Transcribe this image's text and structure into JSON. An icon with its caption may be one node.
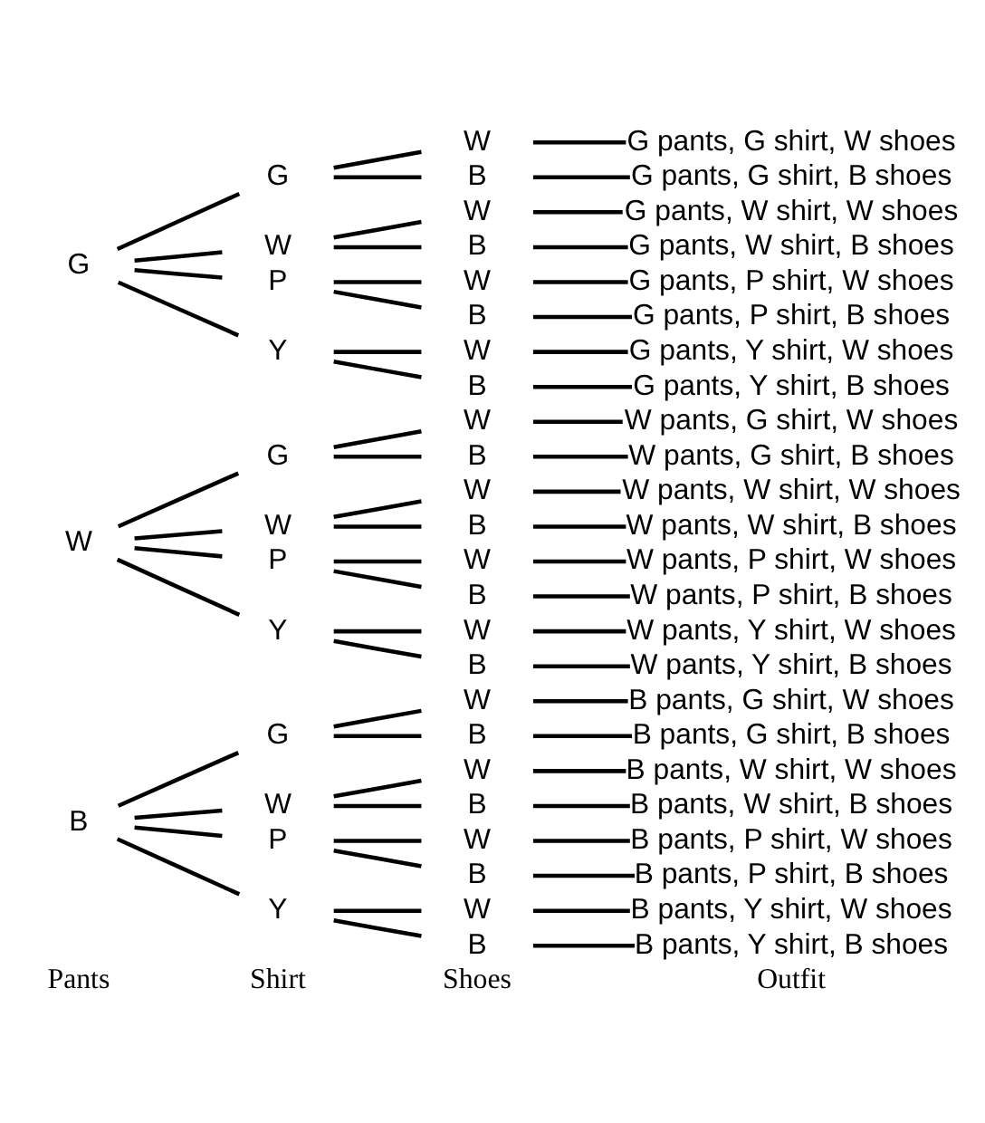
{
  "diagram": {
    "nodes": [
      {
        "text": [
          "B"
        ]
      },
      {
        "text": [
          "W"
        ]
      },
      {
        "text": [
          "G"
        ]
      },
      {
        "text": [
          "G"
        ]
      },
      {
        "text": [
          "W"
        ]
      },
      {
        "text": [
          "P"
        ]
      },
      {
        "text": [
          "Y"
        ]
      },
      {
        "text": [
          "G"
        ]
      },
      {
        "text": [
          "W"
        ]
      },
      {
        "text": [
          "P"
        ]
      },
      {
        "text": [
          "Y"
        ]
      },
      {
        "text": [
          "G"
        ]
      },
      {
        "text": [
          "W"
        ]
      },
      {
        "text": [
          "P"
        ]
      },
      {
        "text": [
          "Y"
        ]
      },
      {
        "text": [
          "W"
        ]
      },
      {
        "text": [
          "B"
        ]
      },
      {
        "text": [
          "W"
        ]
      },
      {
        "text": [
          "B"
        ]
      },
      {
        "text": [
          "W"
        ]
      },
      {
        "text": [
          "B"
        ]
      },
      {
        "text": [
          "W"
        ]
      },
      {
        "text": [
          "B"
        ]
      },
      {
        "text": [
          "W"
        ]
      },
      {
        "text": [
          "B"
        ]
      },
      {
        "text": [
          "W"
        ]
      },
      {
        "text": [
          "B"
        ]
      },
      {
        "text": [
          "W"
        ]
      },
      {
        "text": [
          "B"
        ]
      },
      {
        "text": [
          "W"
        ]
      },
      {
        "text": [
          "B"
        ]
      },
      {
        "text": [
          "W"
        ]
      },
      {
        "text": [
          "B"
        ]
      },
      {
        "text": [
          "W"
        ]
      },
      {
        "text": [
          "B"
        ]
      },
      {
        "text": [
          "W"
        ]
      },
      {
        "text": [
          "B"
        ]
      },
      {
        "text": [
          "W"
        ]
      },
      {
        "text": [
          "B"
        ]
      },
      {
        "text": [
          "B pants, G shirt, W shoes"
        ]
      },
      {
        "text": [
          "B pants, G shirt, B shoes"
        ]
      },
      {
        "text": [
          "B pants, W shirt, W shoes"
        ]
      },
      {
        "text": [
          "B pants, W shirt, B shoes"
        ]
      },
      {
        "text": [
          "B pants, P shirt, W shoes"
        ]
      },
      {
        "text": [
          "B pants, P shirt, B shoes"
        ]
      },
      {
        "text": [
          "B pants, Y shirt, W shoes"
        ]
      },
      {
        "text": [
          "B pants, Y shirt, B shoes"
        ]
      },
      {
        "text": [
          "W pants, G shirt, W shoes"
        ]
      },
      {
        "text": [
          "W pants, G shirt, B shoes"
        ]
      },
      {
        "text": [
          "W pants, W shirt, W shoes"
        ]
      },
      {
        "text": [
          "W pants, W shirt, B shoes"
        ]
      },
      {
        "text": [
          "W pants, P shirt, W shoes"
        ]
      },
      {
        "text": [
          "W pants, P shirt, B shoes"
        ]
      },
      {
        "text": [
          "W pants, Y shirt, W shoes"
        ]
      },
      {
        "text": [
          "W pants, Y shirt, B shoes"
        ]
      },
      {
        "text": [
          "G pants, G shirt, W shoes"
        ]
      },
      {
        "text": [
          "G pants, G shirt, B shoes"
        ]
      },
      {
        "text": [
          "G pants, W shirt, W shoes"
        ]
      },
      {
        "text": [
          "G pants, W shirt, B shoes"
        ]
      },
      {
        "text": [
          "G pants, P shirt, W shoes"
        ]
      },
      {
        "text": [
          "G pants, P shirt, B shoes"
        ]
      },
      {
        "text": [
          "G pants, Y shirt, W shoes"
        ]
      },
      {
        "text": [
          "G pants, Y shirt, B shoes"
        ]
      }
    ],
    "edges": [
      {
        "from": 0,
        "to": 3,
        "arrow": "none"
      },
      {
        "from": 0,
        "to": 4,
        "arrow": "none"
      },
      {
        "from": 0,
        "to": 5,
        "arrow": "none"
      },
      {
        "from": 0,
        "to": 6,
        "arrow": "none"
      },
      {
        "from": 1,
        "to": 7,
        "arrow": "none"
      },
      {
        "from": 1,
        "to": 8,
        "arrow": "none"
      },
      {
        "from": 1,
        "to": 9,
        "arrow": "none"
      },
      {
        "from": 1,
        "to": 10,
        "arrow": "none"
      },
      {
        "from": 2,
        "to": 11,
        "arrow": "none"
      },
      {
        "from": 2,
        "to": 12,
        "arrow": "none"
      },
      {
        "from": 2,
        "to": 13,
        "arrow": "none"
      },
      {
        "from": 2,
        "to": 14,
        "arrow": "none"
      },
      {
        "from": 3,
        "to": 15,
        "arrow": "none"
      },
      {
        "from": 3,
        "to": 16,
        "arrow": "none"
      },
      {
        "from": 4,
        "to": 17,
        "arrow": "none"
      },
      {
        "from": 4,
        "to": 18,
        "arrow": "none"
      },
      {
        "from": 5,
        "to": 19,
        "arrow": "none"
      },
      {
        "from": 5,
        "to": 20,
        "arrow": "none"
      },
      {
        "from": 6,
        "to": 21,
        "arrow": "none"
      },
      {
        "from": 6,
        "to": 22,
        "arrow": "none"
      },
      {
        "from": 7,
        "to": 23,
        "arrow": "none"
      },
      {
        "from": 7,
        "to": 24,
        "arrow": "none"
      },
      {
        "from": 8,
        "to": 25,
        "arrow": "none"
      },
      {
        "from": 8,
        "to": 26,
        "arrow": "none"
      },
      {
        "from": 9,
        "to": 27,
        "arrow": "none"
      },
      {
        "from": 9,
        "to": 28,
        "arrow": "none"
      },
      {
        "from": 10,
        "to": 29,
        "arrow": "none"
      },
      {
        "from": 10,
        "to": 30,
        "arrow": "none"
      },
      {
        "from": 11,
        "to": 31,
        "arrow": "none"
      },
      {
        "from": 11,
        "to": 32,
        "arrow": "none"
      },
      {
        "from": 12,
        "to": 33,
        "arrow": "none"
      },
      {
        "from": 12,
        "to": 34,
        "arrow": "none"
      },
      {
        "from": 13,
        "to": 35,
        "arrow": "none"
      },
      {
        "from": 13,
        "to": 36,
        "arrow": "none"
      },
      {
        "from": 14,
        "to": 37,
        "arrow": "none"
      },
      {
        "from": 14,
        "to": 38,
        "arrow": "none"
      },
      {
        "from": 15,
        "to": 39,
        "arrow": "none"
      },
      {
        "from": 16,
        "to": 40,
        "arrow": "none"
      },
      {
        "from": 17,
        "to": 41,
        "arrow": "none"
      },
      {
        "from": 18,
        "to": 42,
        "arrow": "none"
      },
      {
        "from": 19,
        "to": 43,
        "arrow": "none"
      },
      {
        "from": 20,
        "to": 44,
        "arrow": "none"
      },
      {
        "from": 21,
        "to": 45,
        "arrow": "none"
      },
      {
        "from": 22,
        "to": 46,
        "arrow": "none"
      },
      {
        "from": 23,
        "to": 47,
        "arrow": "none"
      },
      {
        "from": 24,
        "to": 48,
        "arrow": "none"
      },
      {
        "from": 25,
        "to": 49,
        "arrow": "none"
      },
      {
        "from": 26,
        "to": 50,
        "arrow": "none"
      },
      {
        "from": 27,
        "to": 51,
        "arrow": "none"
      },
      {
        "from": 28,
        "to": 52,
        "arrow": "none"
      },
      {
        "from": 29,
        "to": 53,
        "arrow": "none"
      },
      {
        "from": 30,
        "to": 54,
        "arrow": "none"
      },
      {
        "from": 31,
        "to": 55,
        "arrow": "none"
      },
      {
        "from": 32,
        "to": 56,
        "arrow": "none"
      },
      {
        "from": 33,
        "to": 57,
        "arrow": "none"
      },
      {
        "from": 34,
        "to": 58,
        "arrow": "none"
      },
      {
        "from": 35,
        "to": 59,
        "arrow": "none"
      },
      {
        "from": 36,
        "to": 60,
        "arrow": "none"
      },
      {
        "from": 37,
        "to": 61,
        "arrow": "none"
      },
      {
        "from": 38,
        "to": 62,
        "arrow": "none"
      }
    ],
    "labels": [
      "Pants",
      "Shirt",
      "Shoes",
      "Outfit"
    ]
  }
}
